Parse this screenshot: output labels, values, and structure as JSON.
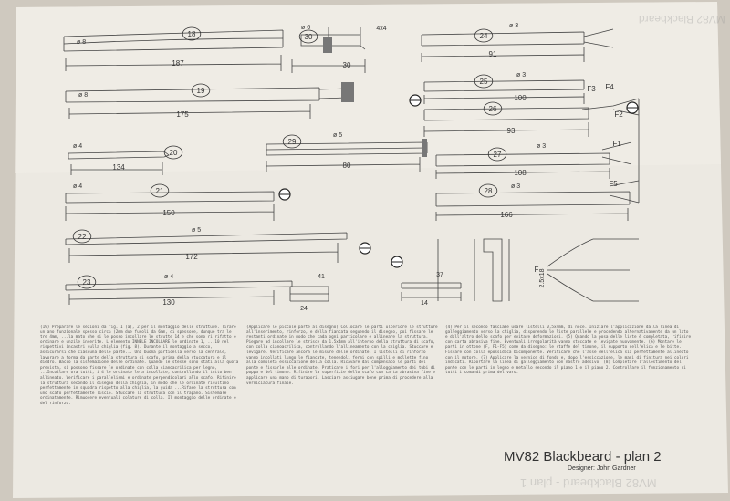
{
  "title": "MV82 Blackbeard - plan 2",
  "designer": "Designer: John Gardner",
  "ghost_title": "MV82 Blackbeard",
  "ghost_bottom": "MV82 Blackbeard - plan 1",
  "parts": [
    {
      "num": "18",
      "dia": "ø 8",
      "len": "187"
    },
    {
      "num": "19",
      "dia": "ø 8",
      "len": "175"
    },
    {
      "num": "20",
      "dia": "ø 4",
      "len": "134"
    },
    {
      "num": "21",
      "dia": "ø 4",
      "len": "150"
    },
    {
      "num": "22",
      "dia": "ø 5",
      "len": "172"
    },
    {
      "num": "23",
      "dia": "ø 4",
      "len": "130"
    },
    {
      "num": "24",
      "dia": "ø 3",
      "len": "91"
    },
    {
      "num": "25",
      "dia": "ø 3",
      "len": "100"
    },
    {
      "num": "26",
      "dia": "",
      "len": "93"
    },
    {
      "num": "27",
      "dia": "ø 3",
      "len": "108"
    },
    {
      "num": "28",
      "dia": "ø 3",
      "len": "166"
    },
    {
      "num": "29",
      "dia": "ø 5",
      "len": "80"
    },
    {
      "num": "30",
      "dia": "ø 6",
      "len": "30"
    }
  ],
  "dims": {
    "d4x4": "4x4",
    "d41": "41",
    "d37": "37",
    "d24": "24",
    "d14": "14",
    "d26": "2.5x18",
    "F": "F",
    "F1": "F1",
    "F2": "F2",
    "F3": "F3",
    "F4": "F4",
    "F5": "F5"
  },
  "text_left": "(19) Preparare le sezioni da fig. 1 (a), 2 per il montaggio delle strutture. Tirare un ano funzionale spesso circa (2mm due fusoli da 6mm, di spessore, dunque tra le tre 4mm, ...la mato che si le posso incollare le strutte 14 e che sono ri rifatto e ordinare e unzile inserite. L'elemento INNELE INCOLLARE le ordinate 1, ...10 nel rispettivi incastri sulla chiglia (fig. 8). Durante il montaggio a secco, assicurarsi che ciascuna delle parte... Una buona particella verso la centrale, lavorare a forma da parte della struttura di scafo, prima della stuccatura e il diedro. Bacco la sistemazione delle ordinate. Quando le stesse sono stati alla quota prevista, si possono fissare le ordinate con colla cianoacrilica per legno, ...Incollare ora tutti, i 4 le ordinate le a incollate, controllando il tutto ben allineato. Verificare i parallelismi e ordinate perpendicolari allo scafo. Rifinire la struttura secondo il disegno della chiglia, in modo che le ordinate risultino perfettamente in squadra rispetto alla chiglia, la guida ...Rifare la struttura con uno scafo perfettamente liscio. Stuccare la struttura con il trapano. Sistemare ordinatamente. Rimuovere eventuali colature di colla. Il montaggio delle ordinate e del rinforzo.",
  "text_mid": "(Applicare le piccole parte al disegno) Collocare le parti ulteriore le strutture all'inserimento, rinforzo, e della fiancata seguendo il disegno, poi fissare le restanti ordinate in modo che cada ogni particolare e allineare la struttura. Piegare ad incollare le strisce da 1.5x4mm all'interno della struttura di scafo, con colla cianoacrilica, controllando l'allineamento con la chiglia. Stuccare e levigare. Verificare ancora le misure delle ordinate. I listelli di rinforzo vanno incollati lungo le fiancate, tenendoli fermi con spilli e mollette fino alla completa essiccazione della colla. Ricavare dal compensato le parti del ponte e fissarle alle ordinate. Praticare i fori per l'alloggiamento dei tubi di poppa e del timone. Rifinire la superficie dello scafo con carta abrasiva fine e applicare una mano di turapori. Lasciare asciugare bene prima di procedere alla verniciatura finale.",
  "text_right": "(4) Per il secondo fasciame usare listelli 0,5x4mm, di noce. Iniziare l'applicazione dalla linea di galleggiamento verso la chiglia, disponendo le liste parallele e procedendo alternativamente da un lato e dall'altro dello scafo per evitare deformazioni. (5) Quando la posa delle liste è completata, rifinire con carta abrasiva fine. Eventuali irregolarità vanno stuccate e levigate nuovamente. (6) Montare le parti in ottone (F, F1-F5) come da disegno: le staffe del timone, il supporto dell'elica e le bitte. Fissare con colla epossidica bicomponente. Verificare che l'asse dell'elica sia perfettamente allineato con il motore. (7) Applicare la vernice di fondo e, dopo l'essiccazione, le mani di finitura nei colori indicati. Riportare la linea di galleggiamento con nastro adesivo. (8) Completare l'allestimento del ponte con le parti in legno e metallo secondo il piano 1 e il piano 2. Controllare il funzionamento di tutti i comandi prima del varo."
}
